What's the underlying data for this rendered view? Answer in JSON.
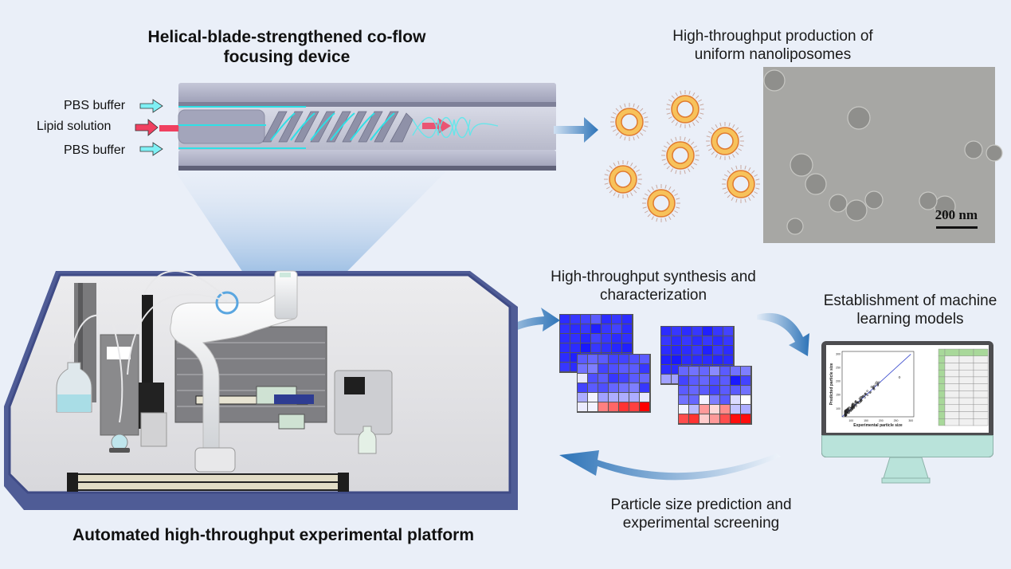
{
  "device": {
    "title_line1": "Helical-blade-strengthened co-flow",
    "title_line2": "focusing device",
    "inlet_labels": [
      "PBS buffer",
      "Lipid solution",
      "PBS buffer"
    ],
    "colors": {
      "buffer": "#7ff0f5",
      "lipid": "#f04060",
      "tube": "#a9abc2"
    }
  },
  "production": {
    "title_line1": "High-throughput production of",
    "title_line2": "uniform nanoliposomes",
    "liposome_count": 7,
    "micrograph_scale_label": "200 nm",
    "colors": {
      "liposome_fill": "#f7c25b",
      "liposome_edge": "#e07a30"
    }
  },
  "synthesis": {
    "title_line1": "High-throughput synthesis and",
    "title_line2": "characterization",
    "heatmaps": [
      {
        "rows": [
          [
            0.1,
            0.15,
            0.2,
            0.3,
            0.1,
            0.15,
            0.1
          ],
          [
            0.12,
            0.1,
            0.15,
            0.05,
            0.15,
            0.2,
            0.1
          ],
          [
            0.1,
            0.12,
            0.08,
            0.2,
            0.15,
            0.1,
            0.12
          ],
          [
            0.1,
            0.1,
            0.02,
            0.15,
            0.12,
            0.08,
            0.05
          ],
          [
            0.1,
            0.05,
            0.1,
            0.1,
            0.1,
            0.1,
            0.1
          ],
          [
            0.15,
            0.1,
            0.1,
            0.1,
            0.1,
            0.1,
            0.1
          ]
        ]
      },
      {
        "rows": [
          [
            0.3,
            0.35,
            0.3,
            0.2,
            0.2,
            0.25,
            0.3
          ],
          [
            0.4,
            0.45,
            0.2,
            0.25,
            0.3,
            0.3,
            0.15
          ],
          [
            0.9,
            0.25,
            0.3,
            0.15,
            0.2,
            0.3,
            0.35
          ],
          [
            0.2,
            0.3,
            0.25,
            0.35,
            0.4,
            0.45,
            0.15
          ],
          [
            0.65,
            0.95,
            0.6,
            0.65,
            0.65,
            0.65,
            0.9
          ],
          [
            0.92,
            0.95,
            1.5,
            1.6,
            1.8,
            1.75,
            2.0
          ]
        ]
      },
      {
        "rows": [
          [
            0.1,
            0.15,
            0.1,
            0.15,
            0.05,
            0.15,
            0.2
          ],
          [
            0.15,
            0.1,
            0.15,
            0.1,
            0.15,
            0.1,
            0.15
          ],
          [
            0.1,
            0.08,
            0.1,
            0.15,
            0.05,
            0.15,
            0.1
          ],
          [
            0.05,
            0.02,
            0.1,
            0.1,
            0.1,
            0.08,
            0.1
          ],
          [
            0.1,
            0.1,
            0.15,
            0.1,
            0.1,
            0.1,
            0.1
          ],
          [
            0.6,
            0.6,
            0.6,
            0.6,
            0.6,
            0.6,
            0.6
          ]
        ]
      },
      {
        "rows": [
          [
            0.35,
            0.4,
            0.35,
            0.5,
            0.3,
            0.4,
            0.45
          ],
          [
            0.2,
            0.3,
            0.35,
            0.25,
            0.3,
            0.02,
            0.2
          ],
          [
            0.3,
            0.35,
            0.3,
            0.2,
            0.3,
            0.3,
            0.4
          ],
          [
            0.4,
            0.35,
            0.95,
            0.45,
            0.3,
            0.85,
            1.0
          ],
          [
            0.95,
            0.7,
            1.4,
            1.15,
            1.45,
            0.75,
            0.65
          ],
          [
            1.7,
            1.8,
            1.2,
            1.4,
            1.7,
            1.95,
            1.95
          ]
        ]
      }
    ]
  },
  "ml": {
    "title_line1": "Establishment of machine",
    "title_line2": "learning models",
    "plot": {
      "xlabel": "Experimental particle size",
      "ylabel": "Predicted particle size",
      "xticks": [
        "100",
        "150",
        "200",
        "250",
        "300"
      ],
      "yticks": [
        "100",
        "150",
        "200",
        "250",
        "300"
      ]
    },
    "table_rows": 11,
    "table_cols": 4,
    "colors": {
      "table_header": "#a8d89a",
      "monitor_base": "#b9e3da"
    }
  },
  "feedback": {
    "label_line1": "Particle size prediction and",
    "label_line2": "experimental screening"
  },
  "platform": {
    "title": "Automated high-throughput experimental platform"
  }
}
